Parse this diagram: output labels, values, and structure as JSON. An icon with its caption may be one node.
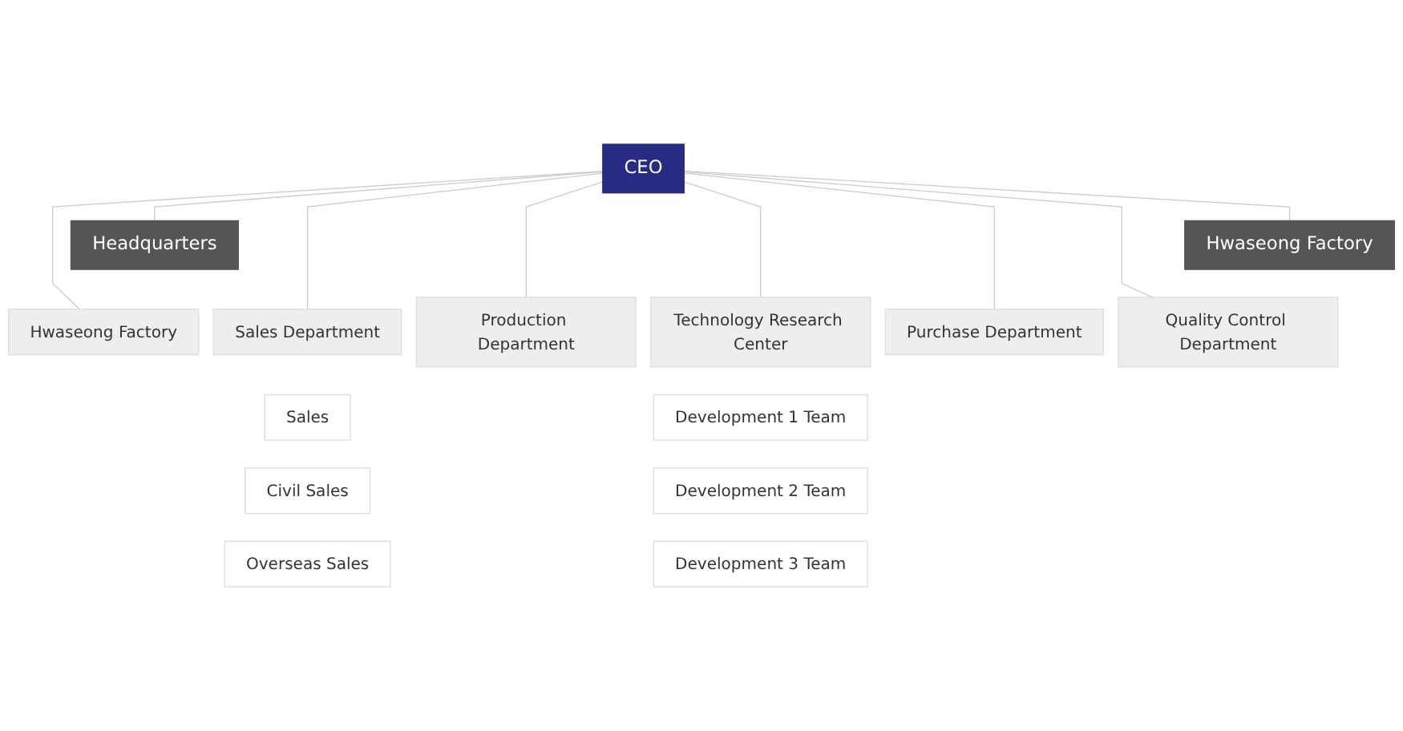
{
  "diagram": {
    "nodes": [
      {
        "text": [
          "CEO"
        ]
      },
      {
        "text": [
          "Headquarters"
        ]
      },
      {
        "text": [
          "Hwaseong Factory"
        ]
      },
      {
        "text": [
          "Hwaseong Factory"
        ]
      },
      {
        "text": [
          "Sales Department"
        ]
      },
      {
        "text": [
          "Production Department"
        ]
      },
      {
        "text": [
          "Technology Research Center"
        ]
      },
      {
        "text": [
          "Purchase Department"
        ]
      },
      {
        "text": [
          "Quality Control Department"
        ]
      },
      {
        "text": [
          "Sales"
        ]
      },
      {
        "text": [
          "Development 1 Team"
        ]
      },
      {
        "text": [
          "Civil Sales"
        ]
      },
      {
        "text": [
          "Development 2 Team"
        ]
      },
      {
        "text": [
          "Overseas Sales"
        ]
      },
      {
        "text": [
          "Development 3 Team"
        ]
      }
    ],
    "edges": [
      {
        "from": 0,
        "to": 1,
        "arrow": "none"
      },
      {
        "from": 0,
        "to": 2,
        "arrow": "none"
      },
      {
        "from": 0,
        "to": 3,
        "arrow": "none"
      },
      {
        "from": 0,
        "to": 4,
        "arrow": "none"
      },
      {
        "from": 0,
        "to": 5,
        "arrow": "none"
      },
      {
        "from": 0,
        "to": 6,
        "arrow": "none"
      },
      {
        "from": 0,
        "to": 7,
        "arrow": "none"
      },
      {
        "from": 0,
        "to": 8,
        "arrow": "none"
      }
    ]
  }
}
